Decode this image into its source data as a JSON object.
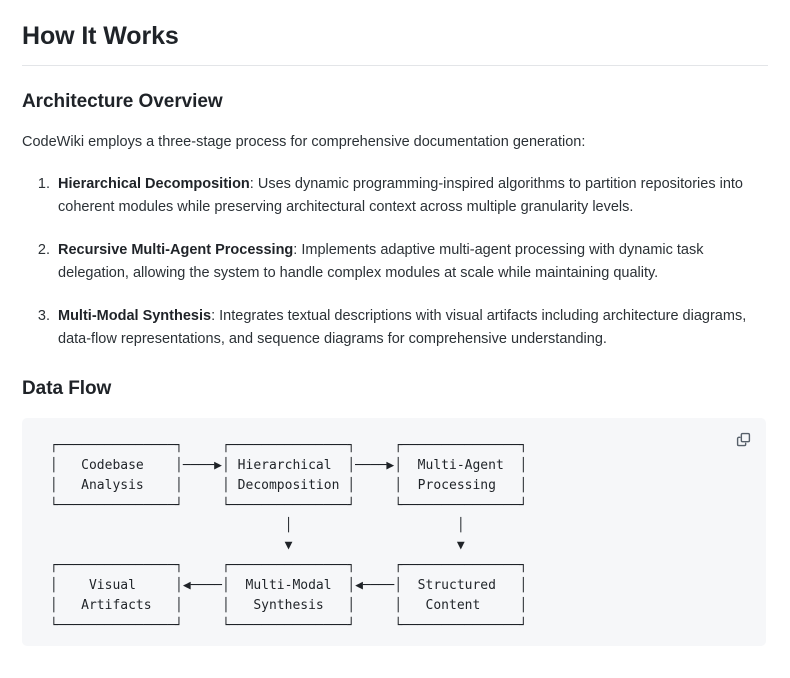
{
  "page": {
    "title": "How It Works"
  },
  "architecture": {
    "heading": "Architecture Overview",
    "intro": "CodeWiki employs a three-stage process for comprehensive documentation generation:",
    "steps": [
      {
        "term": "Hierarchical Decomposition",
        "separator": ": ",
        "description": "Uses dynamic programming-inspired algorithms to partition repositories into coherent modules while preserving architectural context across multiple granularity levels."
      },
      {
        "term": "Recursive Multi-Agent Processing",
        "separator": ": ",
        "description": "Implements adaptive multi-agent processing with dynamic task delegation, allowing the system to handle complex modules at scale while maintaining quality."
      },
      {
        "term": "Multi-Modal Synthesis",
        "separator": ": ",
        "description": "Integrates textual descriptions with visual artifacts including architecture diagrams, data-flow representations, and sequence diagrams for comprehensive understanding."
      }
    ]
  },
  "dataflow": {
    "heading": "Data Flow",
    "copy_label": "copy-icon",
    "nodes": [
      "Codebase Analysis",
      "Hierarchical Decomposition",
      "Multi-Agent Processing",
      "Structured Content",
      "Multi-Modal Synthesis",
      "Visual Artifacts"
    ],
    "edges": [
      {
        "from": "Codebase Analysis",
        "to": "Hierarchical Decomposition",
        "direction": "right"
      },
      {
        "from": "Hierarchical Decomposition",
        "to": "Multi-Agent Processing",
        "direction": "right"
      },
      {
        "from": "Hierarchical Decomposition",
        "to": "Multi-Modal Synthesis",
        "direction": "down"
      },
      {
        "from": "Multi-Agent Processing",
        "to": "Structured Content",
        "direction": "down"
      },
      {
        "from": "Structured Content",
        "to": "Multi-Modal Synthesis",
        "direction": "left"
      },
      {
        "from": "Multi-Modal Synthesis",
        "to": "Visual Artifacts",
        "direction": "left"
      }
    ],
    "ascii": " ┌───────────────┐     ┌───────────────┐     ┌───────────────┐\n │   Codebase    │────▶│ Hierarchical  │────▶│  Multi-Agent  │\n │   Analysis    │     │ Decomposition │     │  Processing   │\n └───────────────┘     └───────────────┘     └───────────────┘\n                               │                     │\n                               ▼                     ▼\n ┌───────────────┐     ┌───────────────┐     ┌───────────────┐\n │    Visual     │◀────│  Multi-Modal  │◀────│  Structured   │\n │   Artifacts   │     │   Synthesis   │     │   Content     │\n └───────────────┘     └───────────────┘     └───────────────┘"
  },
  "colors": {
    "text": "#1f2328",
    "body_text": "#2b3136",
    "rule": "#e3e5e8",
    "code_bg": "#f6f7f9",
    "icon": "#57606a"
  }
}
